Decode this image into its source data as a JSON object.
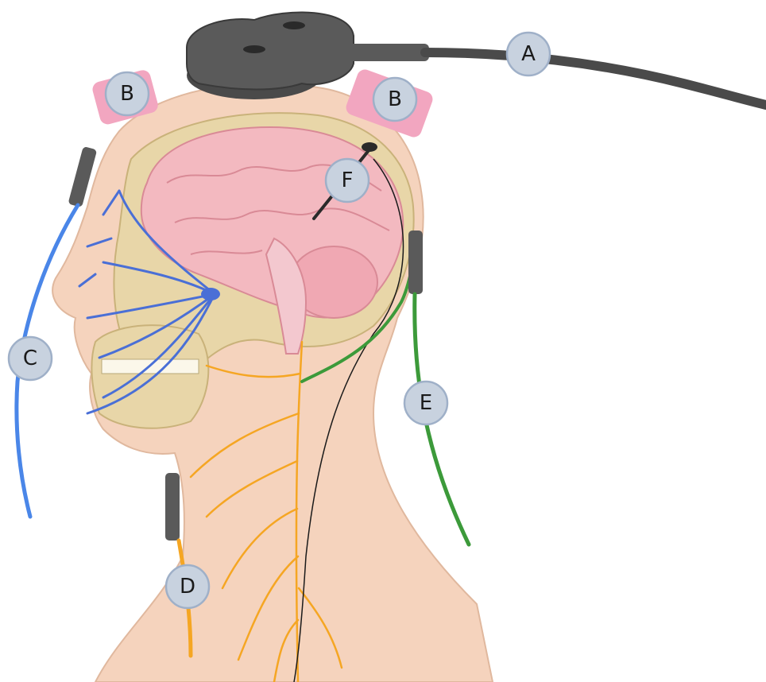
{
  "labels": {
    "a": "A",
    "b_left": "B",
    "b_right": "B",
    "c": "C",
    "d": "D",
    "e": "E",
    "f": "F"
  },
  "colors": {
    "skin": "#f5d3bd",
    "brain": "#f3b9c0",
    "skull": "#e8d6a8",
    "nerve_blue": "#4a6fd6",
    "wire_blue": "#4a86e8",
    "wire_green": "#3c9a3a",
    "wire_orange": "#f5a623",
    "device": "#5a5a5a",
    "pad_pink": "#f2a6c0"
  }
}
